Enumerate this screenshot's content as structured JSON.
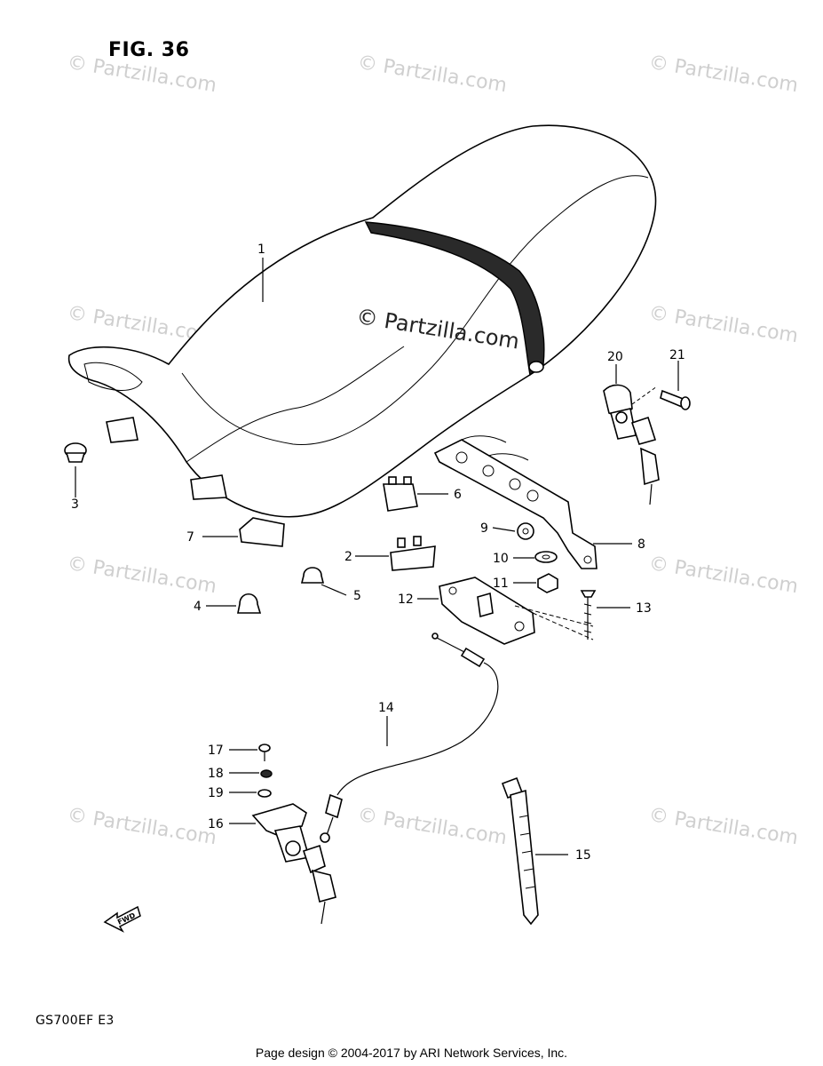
{
  "figure": {
    "title": "FIG. 36",
    "model_code": "GS700EF  E3"
  },
  "watermark": {
    "text": "© Partzilla.com",
    "center_text": "© Partzilla.com"
  },
  "footer": {
    "text": "Page design © 2004-2017 by ARI Network Services, Inc."
  },
  "fwd_label": "FWD",
  "callouts": [
    "1",
    "2",
    "3",
    "4",
    "5",
    "6",
    "7",
    "8",
    "9",
    "10",
    "11",
    "12",
    "13",
    "14",
    "15",
    "16",
    "17",
    "18",
    "19",
    "20",
    "21"
  ],
  "parts": [
    "seat",
    "seat-cushion",
    "seat-stopper",
    "seat-cushion",
    "seat-cushion",
    "seat-cushion",
    "seat-cushion",
    "seat-hinge-bracket",
    "washer",
    "washer",
    "nut",
    "seat-lock-bracket",
    "screw",
    "seat-lock-cable",
    "cable-clamp",
    "seat-lock",
    "screw",
    "washer",
    "lock-washer",
    "seat-lock",
    "screw"
  ]
}
